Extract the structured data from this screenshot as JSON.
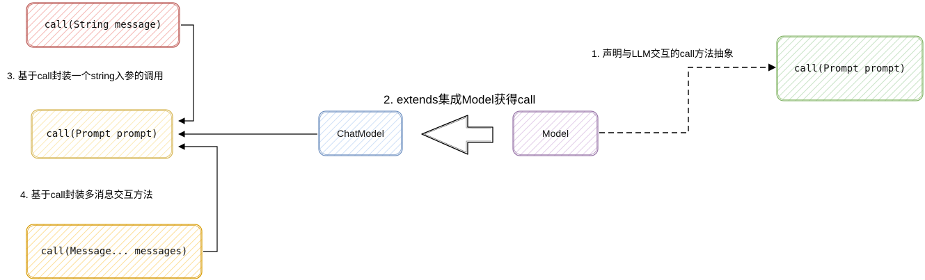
{
  "nodes": {
    "string_call": "call(String message)",
    "prompt_call": "call(Prompt prompt)",
    "message_call": "call(Message... messages)",
    "chatmodel": "ChatModel",
    "model": "Model",
    "model_prompt_call": "call(Prompt prompt)"
  },
  "labels": {
    "step1": "1. 声明与LLM交互的call方法抽象",
    "step2": "2. extends集成Model获得call",
    "step3": "3. 基于call封装一个string入参的调用",
    "step4": "4. 基于call封装多消息交互方法"
  },
  "colors": {
    "red_fill": "#f8cecc",
    "red_stroke": "#b85450",
    "yellow_fill": "#fff2cc",
    "yellow_stroke": "#d6b656",
    "orange_fill": "#ffe6a7",
    "orange_stroke": "#d79b00",
    "blue_fill": "#dae8fc",
    "blue_stroke": "#6c8ebf",
    "purple_fill": "#e1d5e7",
    "purple_stroke": "#9673a6",
    "green_fill": "#d5e8d4",
    "green_stroke": "#82b366"
  }
}
